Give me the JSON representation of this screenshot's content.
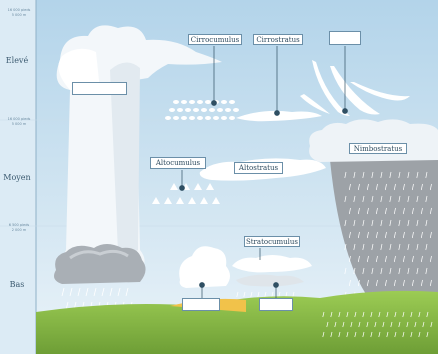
{
  "levels": {
    "high": "Elevé",
    "middle": "Moyen",
    "low": "Bas"
  },
  "altitudes": {
    "top_a": "16 000 pieds",
    "top_b": "5 000 m",
    "mid_a": "16 000 pieds",
    "mid_b": "5 000 m",
    "low_a": "6 500 pieds",
    "low_b": "2 000 m"
  },
  "labels": {
    "cirrocumulus": "Cirrocumulus",
    "cirrostratus": "Cirrostratus",
    "cirrus": "",
    "cumulonimbus": "",
    "nimbostratus": "Nimbostratus",
    "altocumulus": "Altocumulus",
    "altostratus": "Altostratus",
    "stratocumulus": "Stratocumulus",
    "cumulus": "",
    "stratus": ""
  },
  "colors": {
    "sky_top": "#b9d8ec",
    "sky_bottom": "#e6f1f8",
    "ground": "#8cbf4a",
    "label_border": "#6b8fa8",
    "marker": "#2f4f63"
  }
}
